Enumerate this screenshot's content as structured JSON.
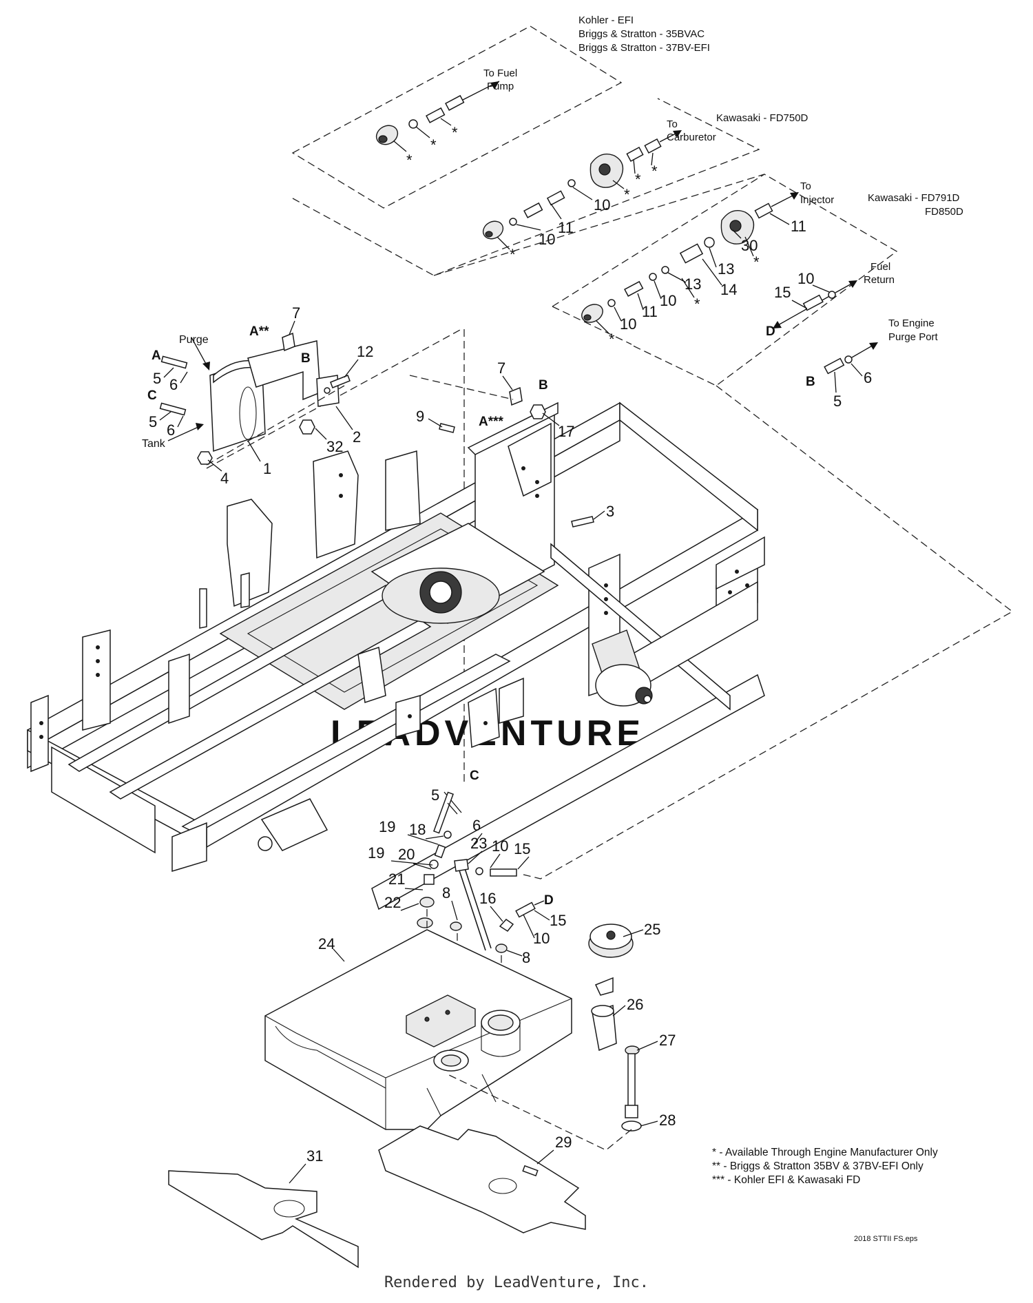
{
  "footer": {
    "rendered_by": "Rendered by LeadVenture, Inc."
  },
  "file_label": "2018 STTII FS.eps",
  "watermark": "LEADVENTURE",
  "kits": {
    "kohler_efi": {
      "engines": [
        "Kohler - EFI",
        "Briggs & Stratton - 35BVAC",
        "Briggs & Stratton - 37BV-EFI"
      ],
      "destination": [
        "To Fuel",
        "Pump"
      ]
    },
    "kawasaki_fd750d": {
      "engines": [
        "Kawasaki - FD750D"
      ],
      "destination": [
        "To",
        "Carburetor"
      ]
    },
    "kawasaki_fd791d": {
      "engines": [
        "Kawasaki - FD791D",
        "FD850D"
      ],
      "destination": [
        "To",
        "Injector"
      ],
      "return_label": [
        "Fuel",
        "Return"
      ]
    }
  },
  "purge_note": [
    "To Engine",
    "Purge Port"
  ],
  "labels": {
    "purge": "Purge",
    "tank": "Tank"
  },
  "letters": {
    "a": "A",
    "a2": "A**",
    "a3": "A***",
    "b": "B",
    "c": "C",
    "d": "D"
  },
  "asterisk": "*",
  "legend": [
    "* - Available Through Engine Manufacturer Only",
    "** - Briggs & Stratton 35BV & 37BV-EFI Only",
    "*** - Kohler EFI & Kawasaki FD"
  ],
  "callouts": {
    "c1": "1",
    "c2": "2",
    "c3": "3",
    "c4": "4",
    "c5": "5",
    "c6": "6",
    "c7": "7",
    "c8": "8",
    "c9": "9",
    "c10": "10",
    "c11": "11",
    "c12": "12",
    "c13": "13",
    "c14": "14",
    "c15": "15",
    "c16": "16",
    "c17": "17",
    "c18": "18",
    "c19": "19",
    "c20": "20",
    "c21": "21",
    "c22": "22",
    "c23": "23",
    "c24": "24",
    "c25": "25",
    "c26": "26",
    "c27": "27",
    "c28": "28",
    "c29": "29",
    "c30": "30",
    "c31": "31",
    "c32": "32"
  }
}
